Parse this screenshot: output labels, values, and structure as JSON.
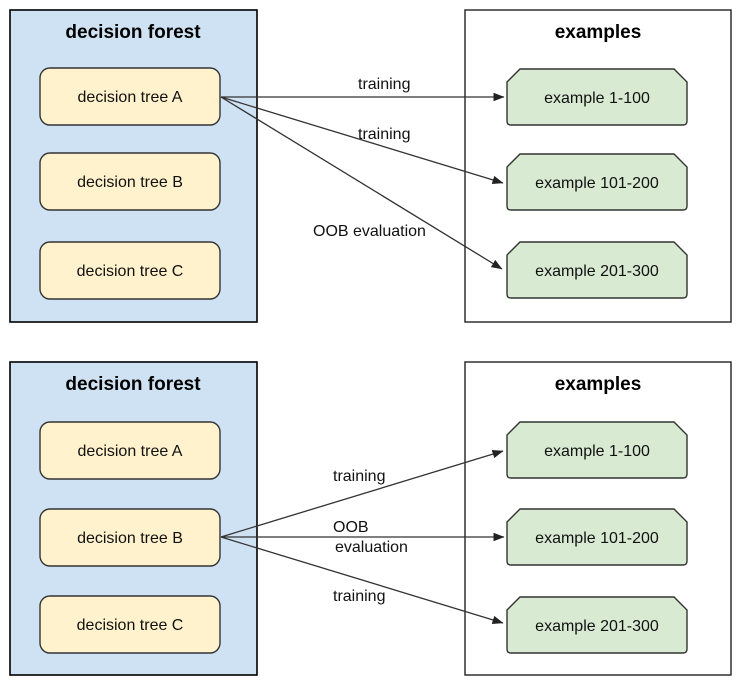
{
  "colors": {
    "background": "#ffffff",
    "forest_fill": "#cfe2f3",
    "tree_fill": "#fff2cc",
    "example_fill": "#d9ead3",
    "border": "#000000",
    "arrow": "#333333"
  },
  "diagrams": [
    {
      "forest": {
        "title": "decision forest",
        "trees": [
          "decision tree A",
          "decision tree B",
          "decision tree C"
        ]
      },
      "examples": {
        "title": "examples",
        "items": [
          "example 1-100",
          "example 101-200",
          "example 201-300"
        ]
      },
      "arrows": [
        {
          "from": "decision tree A",
          "to": "example 1-100",
          "label": "training"
        },
        {
          "from": "decision tree A",
          "to": "example 101-200",
          "label": "training"
        },
        {
          "from": "decision tree A",
          "to": "example 201-300",
          "label": "OOB evaluation"
        }
      ]
    },
    {
      "forest": {
        "title": "decision forest",
        "trees": [
          "decision tree A",
          "decision tree B",
          "decision tree C"
        ]
      },
      "examples": {
        "title": "examples",
        "items": [
          "example 1-100",
          "example 101-200",
          "example 201-300"
        ]
      },
      "arrows": [
        {
          "from": "decision tree B",
          "to": "example 1-100",
          "label": "training"
        },
        {
          "from": "decision tree B",
          "to": "example 101-200",
          "label": "OOB",
          "label_line2": "evaluation"
        },
        {
          "from": "decision tree B",
          "to": "example 201-300",
          "label": "training"
        }
      ]
    }
  ]
}
